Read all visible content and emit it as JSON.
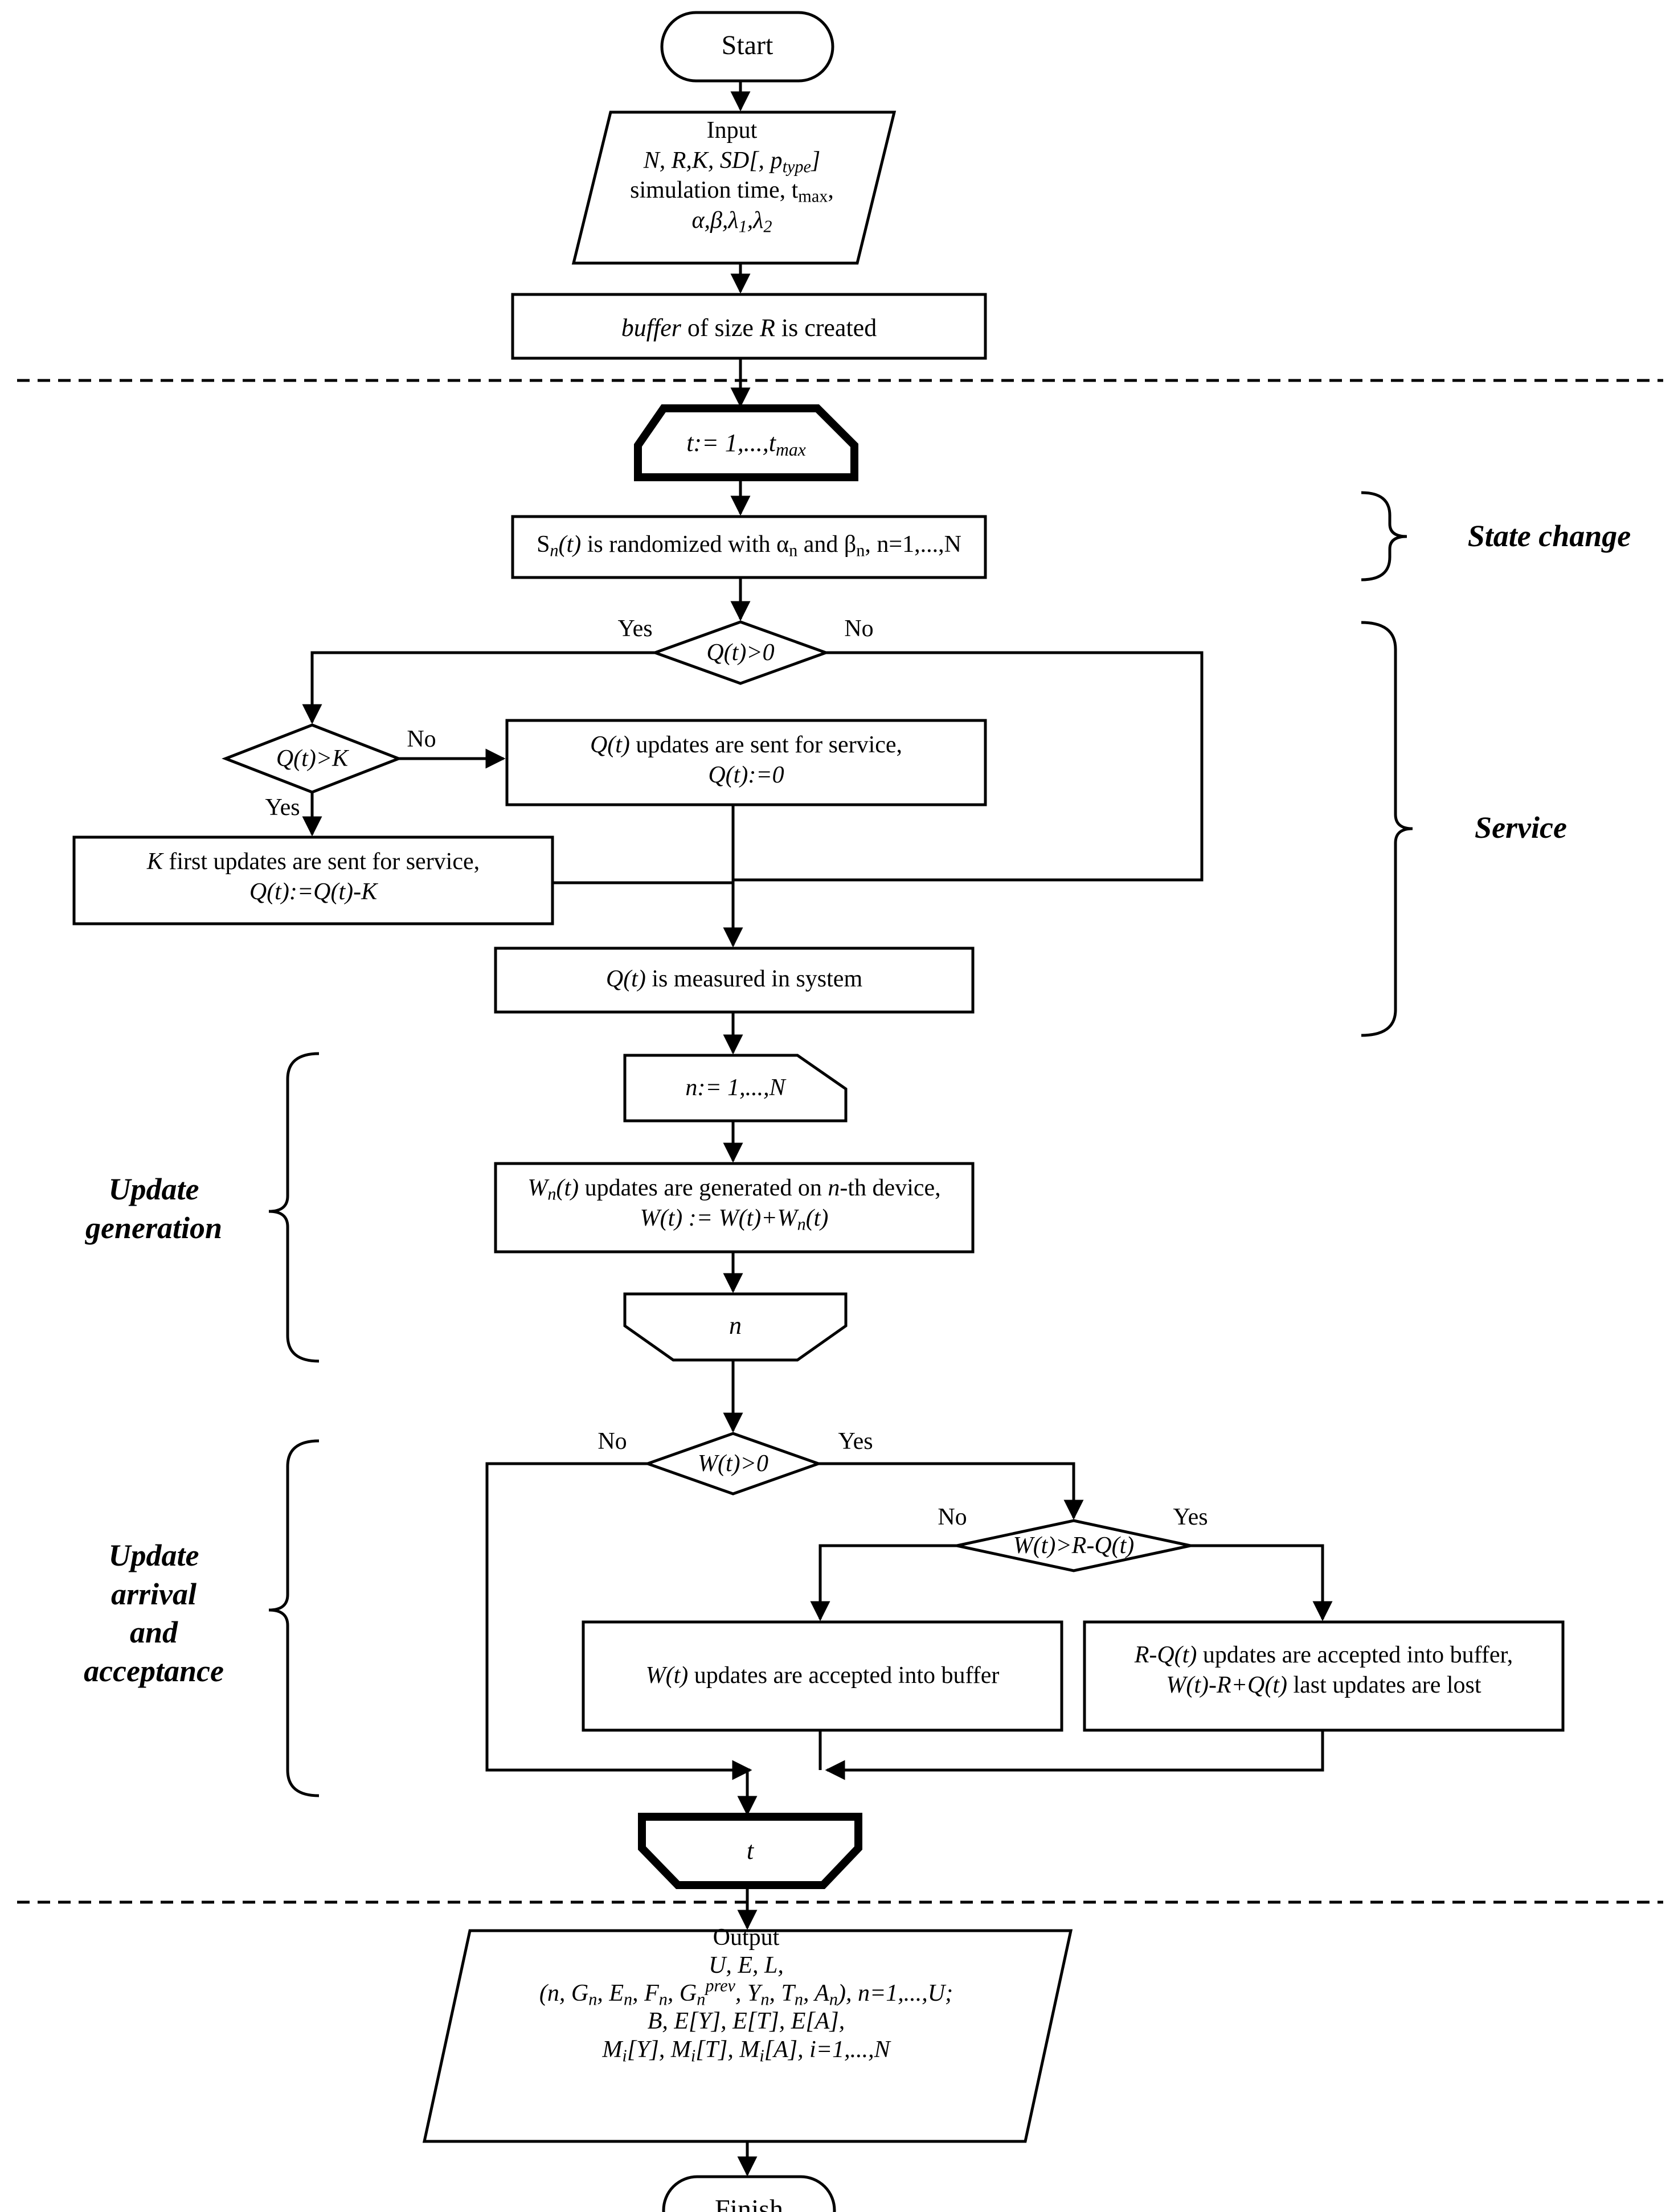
{
  "flowchart": {
    "start": "Start",
    "finish": "Finish",
    "input": {
      "title": "Input",
      "line1": "N, R,K, SD[, p",
      "line1_sub": "type",
      "line1_end": "]",
      "line2": "simulation time, t",
      "line2_sub": "max",
      "line2_end": ",",
      "line3_a": "α,β,λ",
      "line3_sub1": "1",
      "line3_b": ",λ",
      "line3_sub2": "2"
    },
    "buffer_create": {
      "italic": "buffer",
      "text_mid": " of size ",
      "italic_r": "R",
      "text_end": " is created"
    },
    "loop_t": {
      "text": "t:= 1,...,t",
      "sub": "max",
      "end_label": "t"
    },
    "state_randomize": {
      "pre": "S",
      "sub_n": "n",
      "mid": "(t)",
      "text": " is randomized with α",
      "sub_a": "n",
      "and": " and β",
      "sub_b": "n",
      "end": ", n=1,...,N"
    },
    "decision_q0": {
      "text": "Q(t)>0",
      "yes": "Yes",
      "no": "No"
    },
    "decision_qk": {
      "text": "Q(t)>K",
      "yes": "Yes",
      "no": "No"
    },
    "send_all": {
      "italic": "Q(t)",
      "line1": " updates are sent for service,",
      "line2": "Q(t):=0"
    },
    "send_k": {
      "italic": "K",
      "line1": " first updates are sent for service,",
      "line2": "Q(t):=Q(t)-K"
    },
    "measure": {
      "italic": "Q(t)",
      "text": " is measured in system"
    },
    "loop_n": {
      "text": "n:= 1,...,N",
      "end_label": "n"
    },
    "generate": {
      "pre": "W",
      "sub": "n",
      "italic_mid": "(t)",
      "line1": " updates are generated on ",
      "italic_n": "n",
      "line1_end": "-th device,",
      "line2": "W(t) := W(t)+W",
      "line2_sub": "n",
      "line2_end": "(t)"
    },
    "decision_w0": {
      "text": "W(t)>0",
      "yes": "Yes",
      "no": "No"
    },
    "decision_wr": {
      "text": "W(t)>R-Q(t)",
      "yes": "Yes",
      "no": "No"
    },
    "accept_all": {
      "italic": "W(t)",
      "text": " updates are accepted into buffer"
    },
    "accept_part": {
      "italic1": "R-Q(t)",
      "line1": " updates are accepted into buffer,",
      "italic2": "W(t)-R+Q(t)",
      "line2": " last updates are lost"
    },
    "output": {
      "title": "Output",
      "line1": "U, E, L,",
      "line2": "(n, G",
      "line2_sub_a": "n",
      "line2_b": ", E",
      "line2_sub_b": "n",
      "line2_c": ", F",
      "line2_sub_c": "n",
      "line2_d": ", G",
      "line2_sub_d": "n",
      "line2_sup": "prev",
      "line2_e": ", Y",
      "line2_sub_e": "n",
      "line2_f": ", T",
      "line2_sub_f": "n",
      "line2_g": ", A",
      "line2_sub_g": "n",
      "line2_h": "), n=1,...,U;",
      "line3": "B, E[Y], E[T], E[A],",
      "line4_a": "M",
      "line4_sub": "i",
      "line4_b": "[Y], M",
      "line4_c": "[T], M",
      "line4_d": "[A], i=1,...,N"
    }
  },
  "sections": {
    "state_change": "State change",
    "service": "Service",
    "update_generation": [
      "Update",
      "generation"
    ],
    "update_arrival": [
      "Update",
      "arrival",
      "and",
      "acceptance"
    ]
  }
}
